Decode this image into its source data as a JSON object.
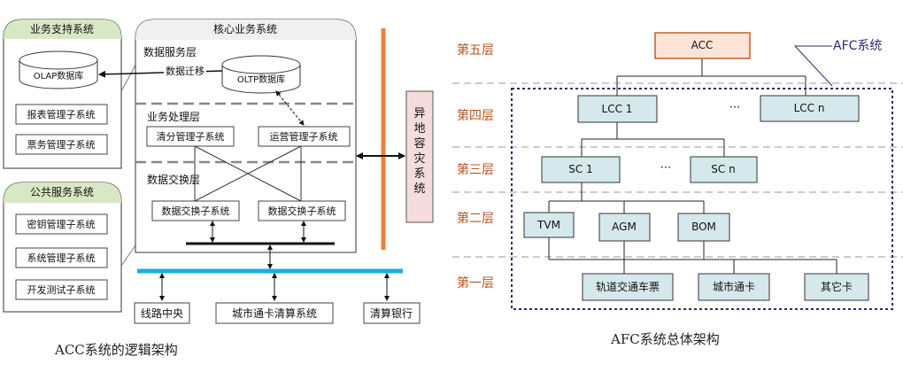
{
  "left": {
    "biz_support": {
      "title": "业务支持系统",
      "olap": "OLAP数据库",
      "items": [
        "报表管理子系统",
        "票务管理子系统"
      ]
    },
    "public_service": {
      "title": "公共服务系统",
      "items": [
        "密钥管理子系统",
        "系统管理子系统",
        "开发测试子系统"
      ]
    },
    "core": {
      "title": "核心业务系统",
      "data_service_layer": "数据服务层",
      "migration": "数据迁移",
      "oltp": "OLTP数据库",
      "business_layer": "业务处理层",
      "clearing": "清分管理子系统",
      "operation": "运营管理子系统",
      "exchange_layer": "数据交换层",
      "exchange_1": "数据交换子系统",
      "exchange_2": "数据交换子系统"
    },
    "disaster_recovery": "异地容灾系统",
    "bottom": [
      "线路中央",
      "城市通卡清算系统",
      "清算银行"
    ],
    "caption": "ACC系统的逻辑架构"
  },
  "right": {
    "levels": [
      "第五层",
      "第四层",
      "第三层",
      "第二层",
      "第一层"
    ],
    "afc_label": "AFC系统",
    "acc": "ACC",
    "lcc": [
      "LCC 1",
      "LCC n"
    ],
    "sc": [
      "SC 1",
      "SC n"
    ],
    "ellipsis": "···",
    "devices": [
      "TVM",
      "AGM",
      "BOM"
    ],
    "cards": [
      "轨道交通车票",
      "城市通卡",
      "其它卡"
    ],
    "caption": "AFC系统总体架构"
  },
  "colors": {
    "panel_header": "#d9e8c4",
    "layer_text": "#b3531f",
    "orange_bar": "#e8823a",
    "blue_bus": "#19aee0",
    "node_fill": "#d5e8ec",
    "acc_fill": "#fde4d6",
    "acc_stroke": "#c0602a",
    "frame_dash": "#2e2a6e",
    "dr_fill": "#f5dcdc"
  }
}
